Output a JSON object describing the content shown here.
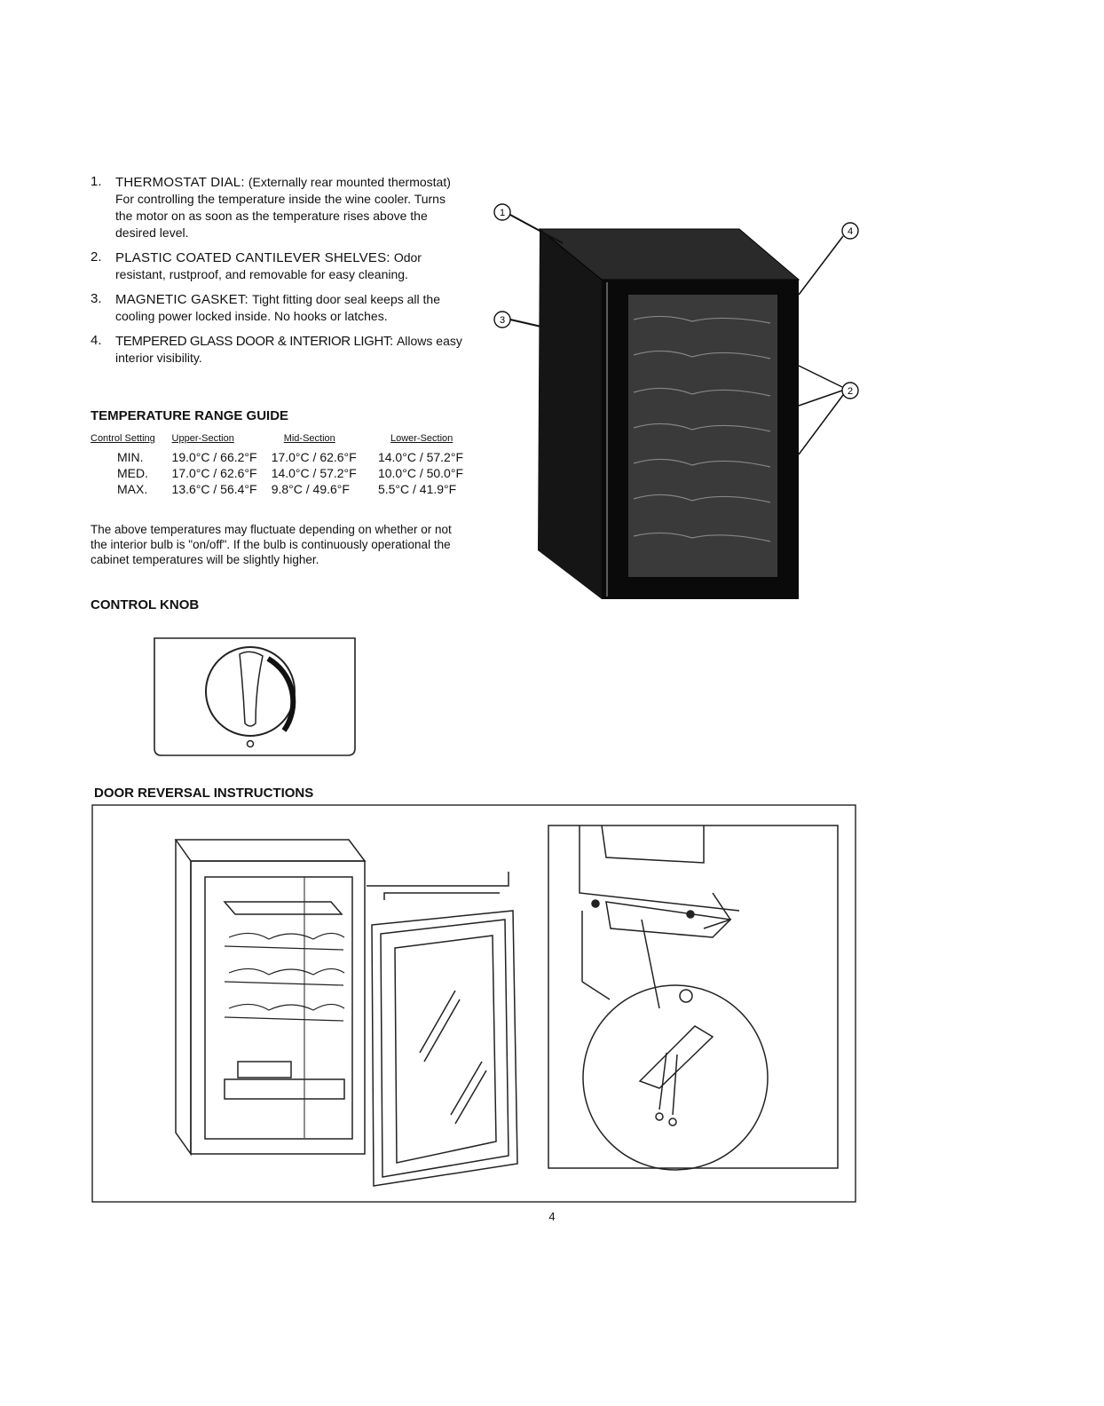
{
  "features": [
    {
      "num": "1.",
      "title": "THERMOSTAT DIAL:",
      "desc": "(Externally rear mounted thermostat) For controlling the temperature inside the wine cooler. Turns the motor on as soon as the temperature rises above the desired level."
    },
    {
      "num": "2.",
      "title": "PLASTIC COATED CANTILEVER SHELVES:",
      "desc": "Odor resistant, rustproof, and removable for easy cleaning."
    },
    {
      "num": "3.",
      "title": "MAGNETIC GASKET:",
      "desc": "Tight fitting door seal keeps all the cooling power locked inside. No hooks or latches."
    },
    {
      "num": "4.",
      "title": "TEMPERED GLASS DOOR & INTERIOR LIGHT:",
      "desc": "Allows easy interior visibility."
    }
  ],
  "temperature_guide": {
    "heading": "TEMPERATURE RANGE GUIDE",
    "columns": [
      "Control Setting",
      "Upper-Section",
      "Mid-Section",
      "Lower-Section"
    ],
    "rows": [
      {
        "setting": "MIN.",
        "upper": "19.0°C / 66.2°F",
        "mid": "17.0°C / 62.6°F",
        "lower": "14.0°C / 57.2°F"
      },
      {
        "setting": "MED.",
        "upper": "17.0°C / 62.6°F",
        "mid": "14.0°C / 57.2°F",
        "lower": "10.0°C / 50.0°F"
      },
      {
        "setting": "MAX.",
        "upper": "13.6°C / 56.4°F",
        "mid": "9.8°C / 49.6°F",
        "lower": "5.5°C / 41.9°F"
      }
    ],
    "note": "The above temperatures may fluctuate depending on whether or not the interior bulb is \"on/off\". If the bulb is continuously operational the cabinet temperatures will be slightly higher."
  },
  "control_knob": {
    "heading": "CONTROL KNOB"
  },
  "door_reversal": {
    "heading": "DOOR REVERSAL INSTRUCTIONS"
  },
  "callouts": [
    "1",
    "2",
    "3",
    "4"
  ],
  "page_number": "4"
}
